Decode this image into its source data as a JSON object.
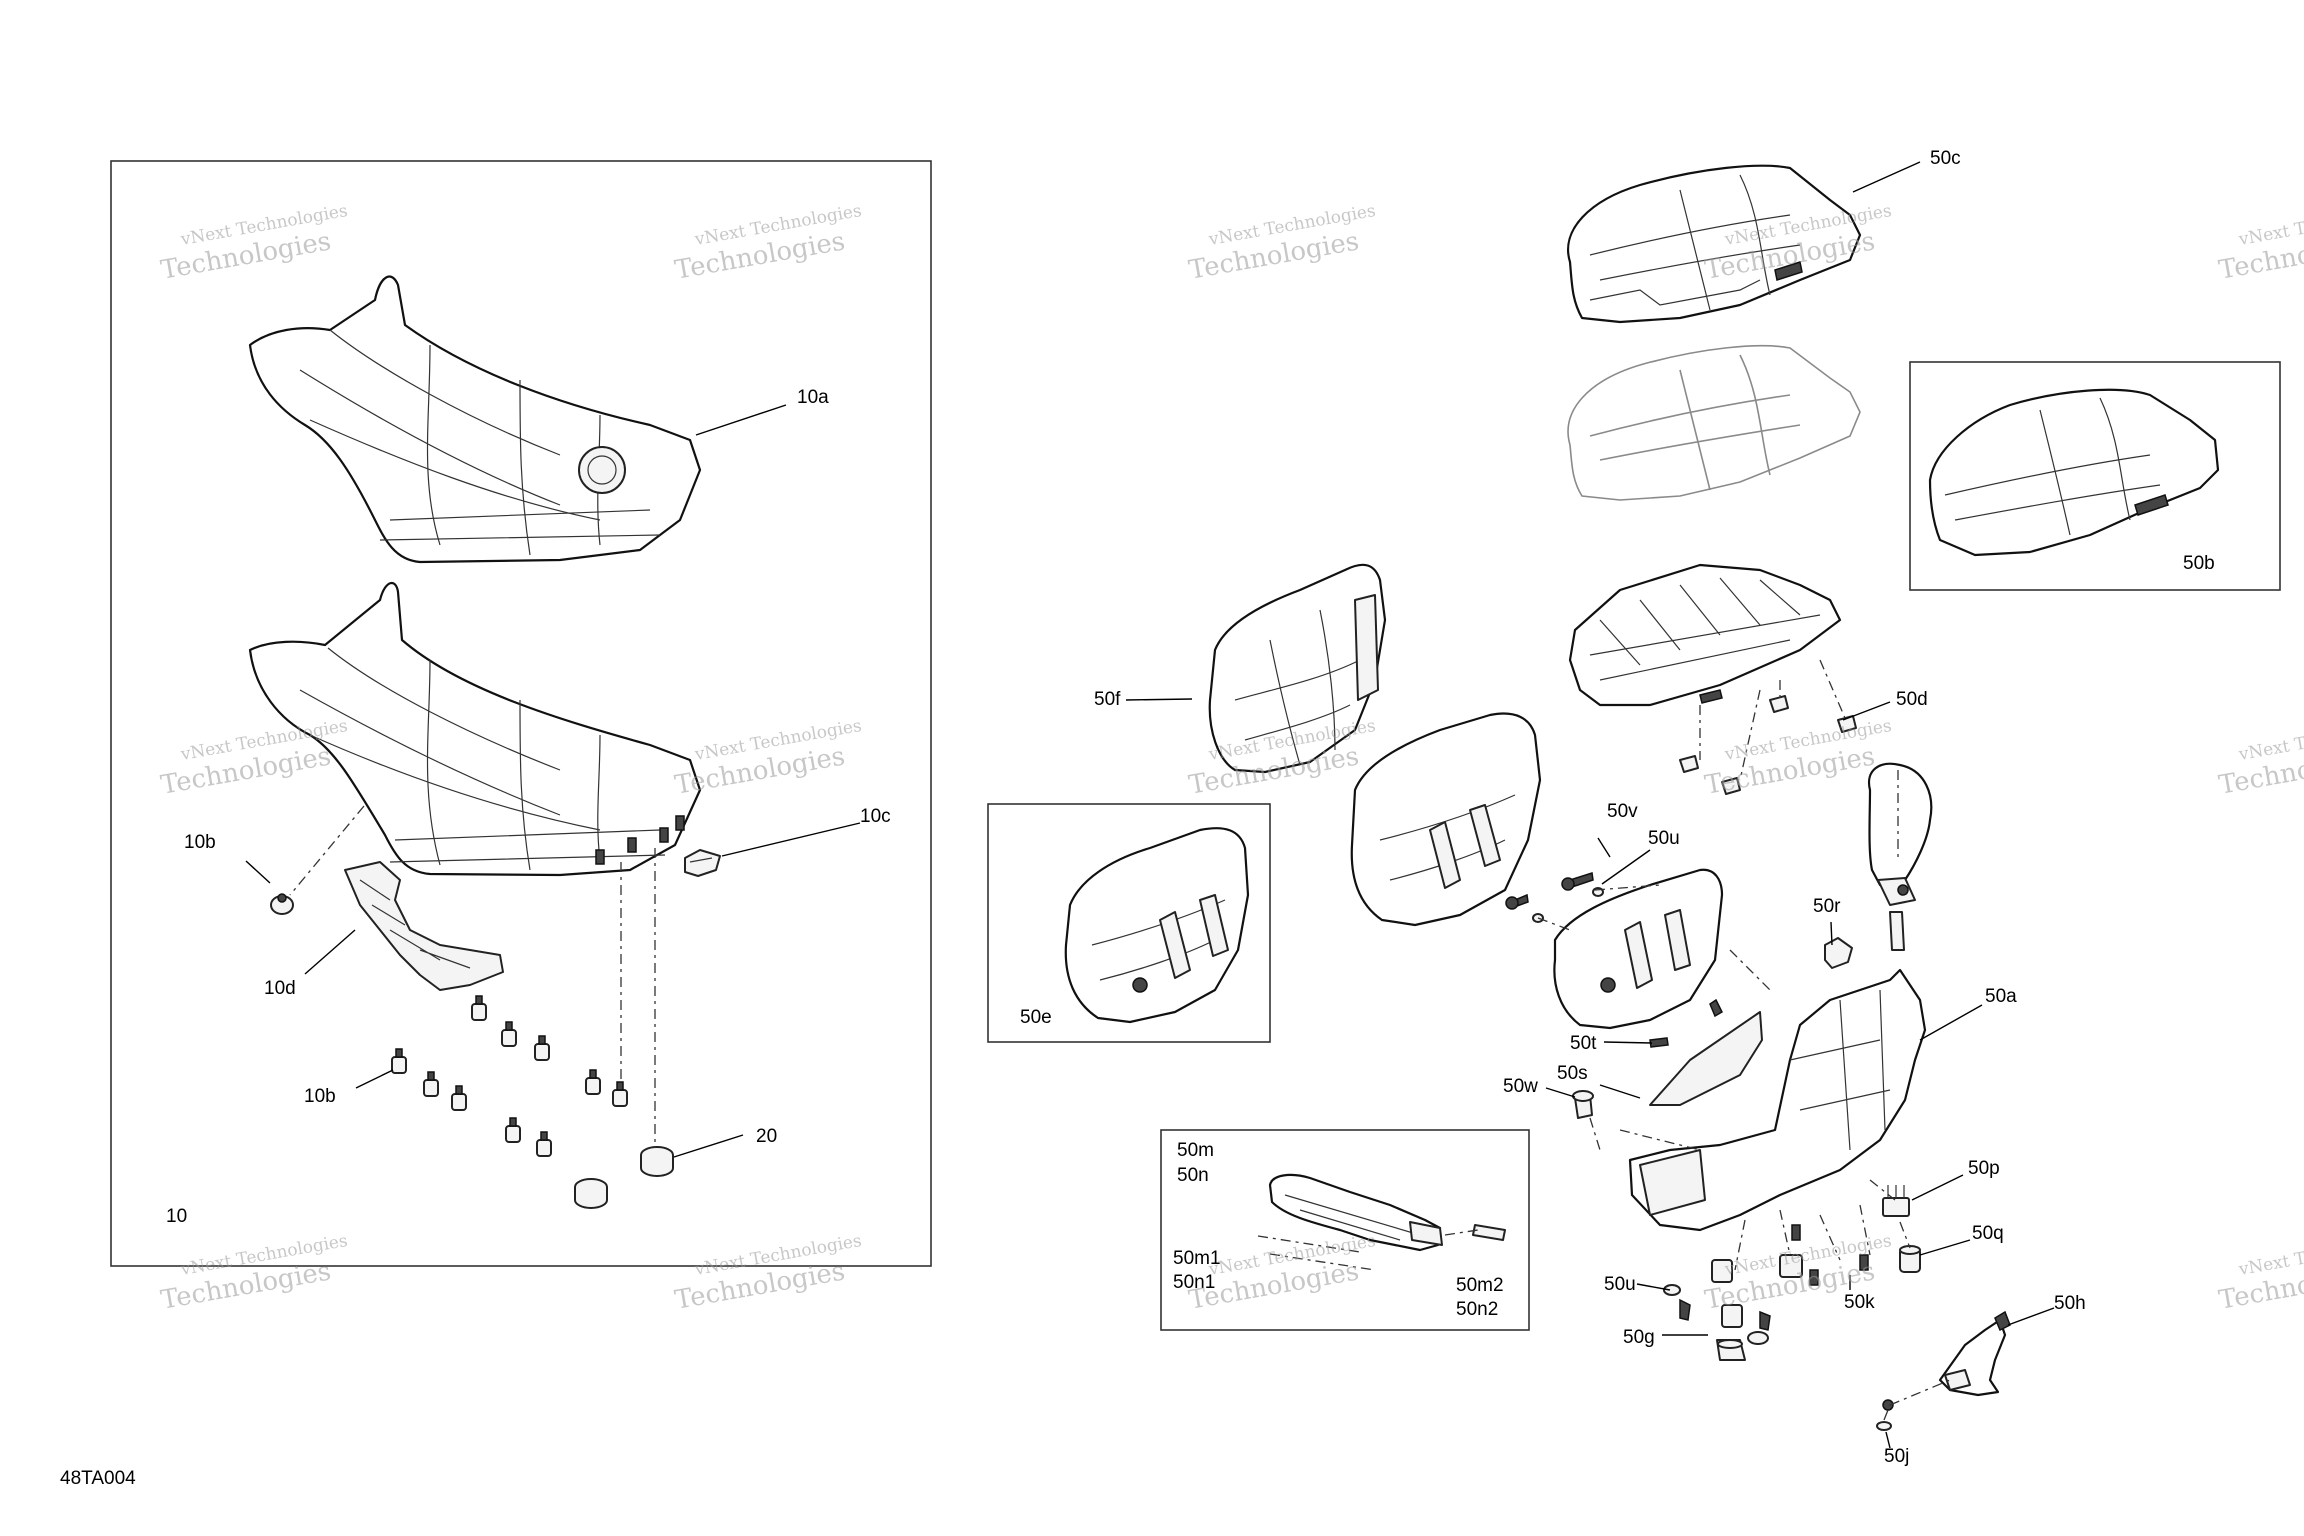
{
  "labels": {
    "10": "10",
    "10a": "10a",
    "10b_top": "10b",
    "10b_bottom": "10b",
    "10c": "10c",
    "10d": "10d",
    "20": "20",
    "50a": "50a",
    "50b": "50b",
    "50c": "50c",
    "50d": "50d",
    "50e": "50e",
    "50f": "50f",
    "50g": "50g",
    "50h": "50h",
    "50j": "50j",
    "50k": "50k",
    "50m": "50m",
    "50n": "50n",
    "50m1": "50m1",
    "50n1": "50n1",
    "50m2": "50m2",
    "50n2": "50n2",
    "50p": "50p",
    "50q": "50q",
    "50r": "50r",
    "50s": "50s",
    "50t": "50t",
    "50u_top": "50u",
    "50u_bottom": "50u",
    "50v": "50v",
    "50w": "50w"
  },
  "drawing_code": "48TA004",
  "watermark": {
    "line1": "vNext Technologies",
    "line2": "Technologies"
  }
}
